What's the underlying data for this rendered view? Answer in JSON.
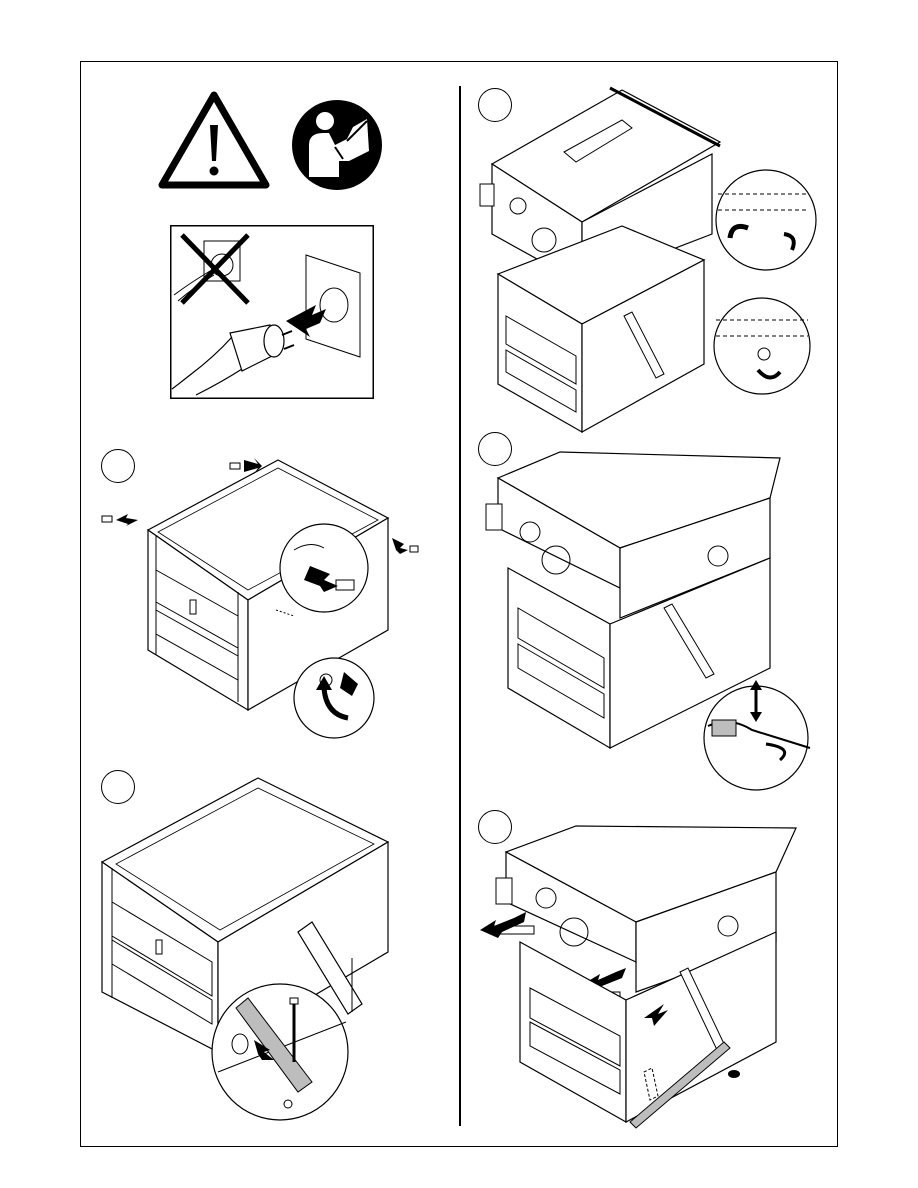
{
  "page": {
    "description_visible_text": ""
  },
  "steps": [
    {
      "id": 1,
      "label": ""
    },
    {
      "id": 2,
      "label": ""
    },
    {
      "id": 3,
      "label": ""
    },
    {
      "id": 4,
      "label": ""
    },
    {
      "id": 5,
      "label": ""
    }
  ],
  "icons": {
    "warning": "warning-triangle-icon",
    "read_manual": "read-manual-icon",
    "unplug": "unplug-mains-icon"
  },
  "colors": {
    "line": "#000000",
    "paper": "#ffffff",
    "shade": "#bdbdbd"
  }
}
